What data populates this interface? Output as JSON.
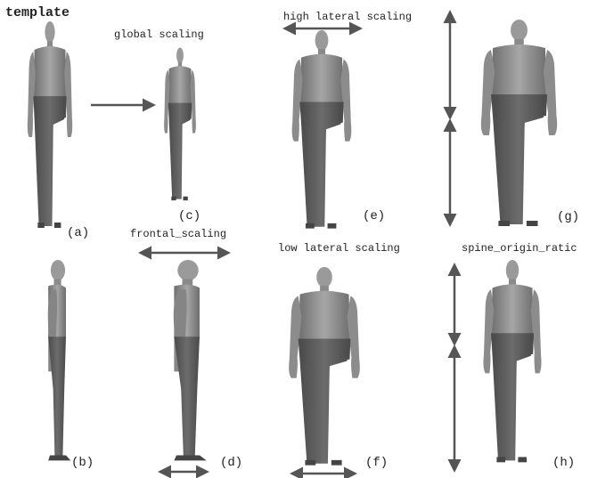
{
  "labels": {
    "template": "template",
    "global_scaling": "global scaling",
    "high_lateral_scaling": "high lateral scaling",
    "frontal_scaling": "frontal_scaling",
    "low_lateral_scaling": "low lateral scaling",
    "spine_origin_ratio": "spine_origin_ratic"
  },
  "panels": {
    "a": "(a)",
    "b": "(b)",
    "c": "(c)",
    "d": "(d)",
    "e": "(e)",
    "f": "(f)",
    "g": "(g)",
    "h": "(h)"
  },
  "colors": {
    "skin": "#8f8f8f",
    "legs": "#585858",
    "arrow": "#555555"
  }
}
